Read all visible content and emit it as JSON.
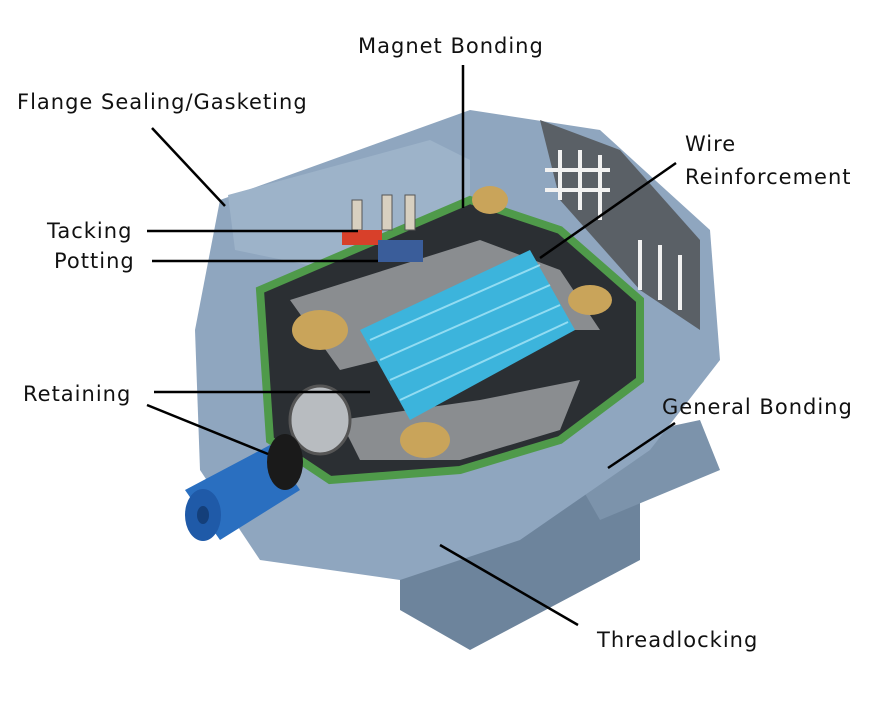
{
  "diagram": {
    "subject": "Cutaway of electric motor",
    "labels": {
      "magnet_bonding": "Magnet Bonding",
      "flange_sealing": "Flange Sealing/Gasketing",
      "tacking": "Tacking",
      "potting": "Potting",
      "wire_reinforcement_line1": "Wire",
      "wire_reinforcement_line2": "Reinforcement",
      "retaining": "Retaining",
      "general_bonding": "General Bonding",
      "threadlocking": "Threadlocking"
    },
    "colors": {
      "housing": "#8fa6bf",
      "housing_dark": "#5f7690",
      "rotor": "#3cb4dc",
      "shaft": "#2a6fc0",
      "green_seal": "#4f9a4a",
      "winding": "#c9a45a",
      "leader_line": "#000000"
    }
  }
}
